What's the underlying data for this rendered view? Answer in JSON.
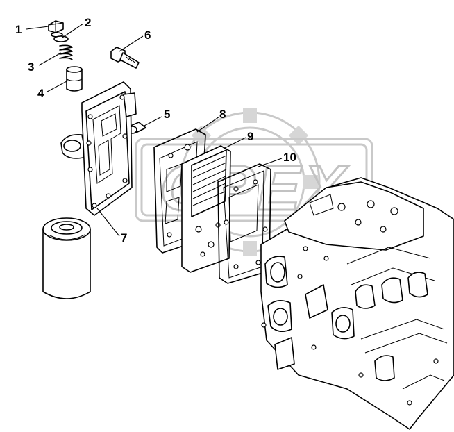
{
  "callouts": [
    {
      "number": "1"
    },
    {
      "number": "2"
    },
    {
      "number": "3"
    },
    {
      "number": "4"
    },
    {
      "number": "5"
    },
    {
      "number": "6"
    },
    {
      "number": "7"
    },
    {
      "number": "8"
    },
    {
      "number": "9"
    },
    {
      "number": "10"
    }
  ],
  "watermark": {
    "text": "OPEX"
  }
}
